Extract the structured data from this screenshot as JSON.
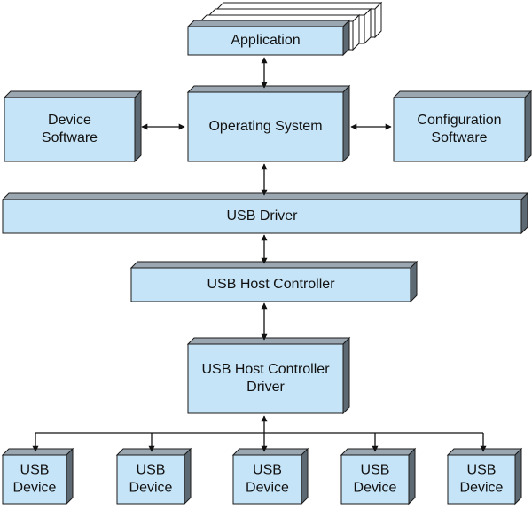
{
  "colors": {
    "box_fill": "#c6e4f7",
    "box_side": "#5e6a73",
    "box_top": "#9aa7b0",
    "stack_fill": "#ffffff",
    "line": "#111111"
  },
  "boxes": {
    "application": [
      "Application"
    ],
    "operating_system": [
      "Operating System"
    ],
    "device_software": [
      "Device",
      "Software"
    ],
    "configuration_software": [
      "Configuration",
      "Software"
    ],
    "usb_driver": [
      "USB Driver"
    ],
    "usb_host_controller": [
      "USB Host Controller"
    ],
    "usb_host_controller_driver": [
      "USB Host Controller",
      "Driver"
    ],
    "usb_devices": [
      [
        "USB",
        "Device"
      ],
      [
        "USB",
        "Device"
      ],
      [
        "USB",
        "Device"
      ],
      [
        "USB",
        "Device"
      ],
      [
        "USB",
        "Device"
      ]
    ]
  }
}
